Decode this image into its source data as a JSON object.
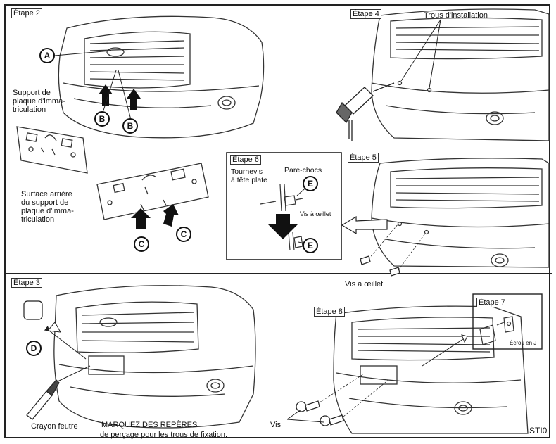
{
  "steps": {
    "s2": "Étape 2",
    "s3": "Étape 3",
    "s4": "Étape 4",
    "s5": "Étape 5",
    "s6": "Étape 6",
    "s7": "Étape 7",
    "s8": "Étape 8"
  },
  "labels": {
    "support": "Support de\nplaque d'imma-\ntriculation",
    "surface": "Surface arrière\ndu support de\nplaque d'imma-\ntriculation",
    "trous": "Trous d'installation",
    "tournevis": "Tournevis\nà tête plate",
    "parechocs": "Pare-chocs",
    "vis_oeillet_small": "Vis à œillet",
    "vis_oeillet": "Vis à œillet",
    "crayon": "Crayon feutre",
    "marquez": "MARQUEZ DES REPÈRES",
    "percage": "de perçage pour les trous de fixation.",
    "vis": "Vis",
    "ecrou": "Écrou en J",
    "code": "STI0"
  },
  "callouts": {
    "a": "A",
    "b": "B",
    "c": "C",
    "d": "D",
    "e": "E"
  }
}
